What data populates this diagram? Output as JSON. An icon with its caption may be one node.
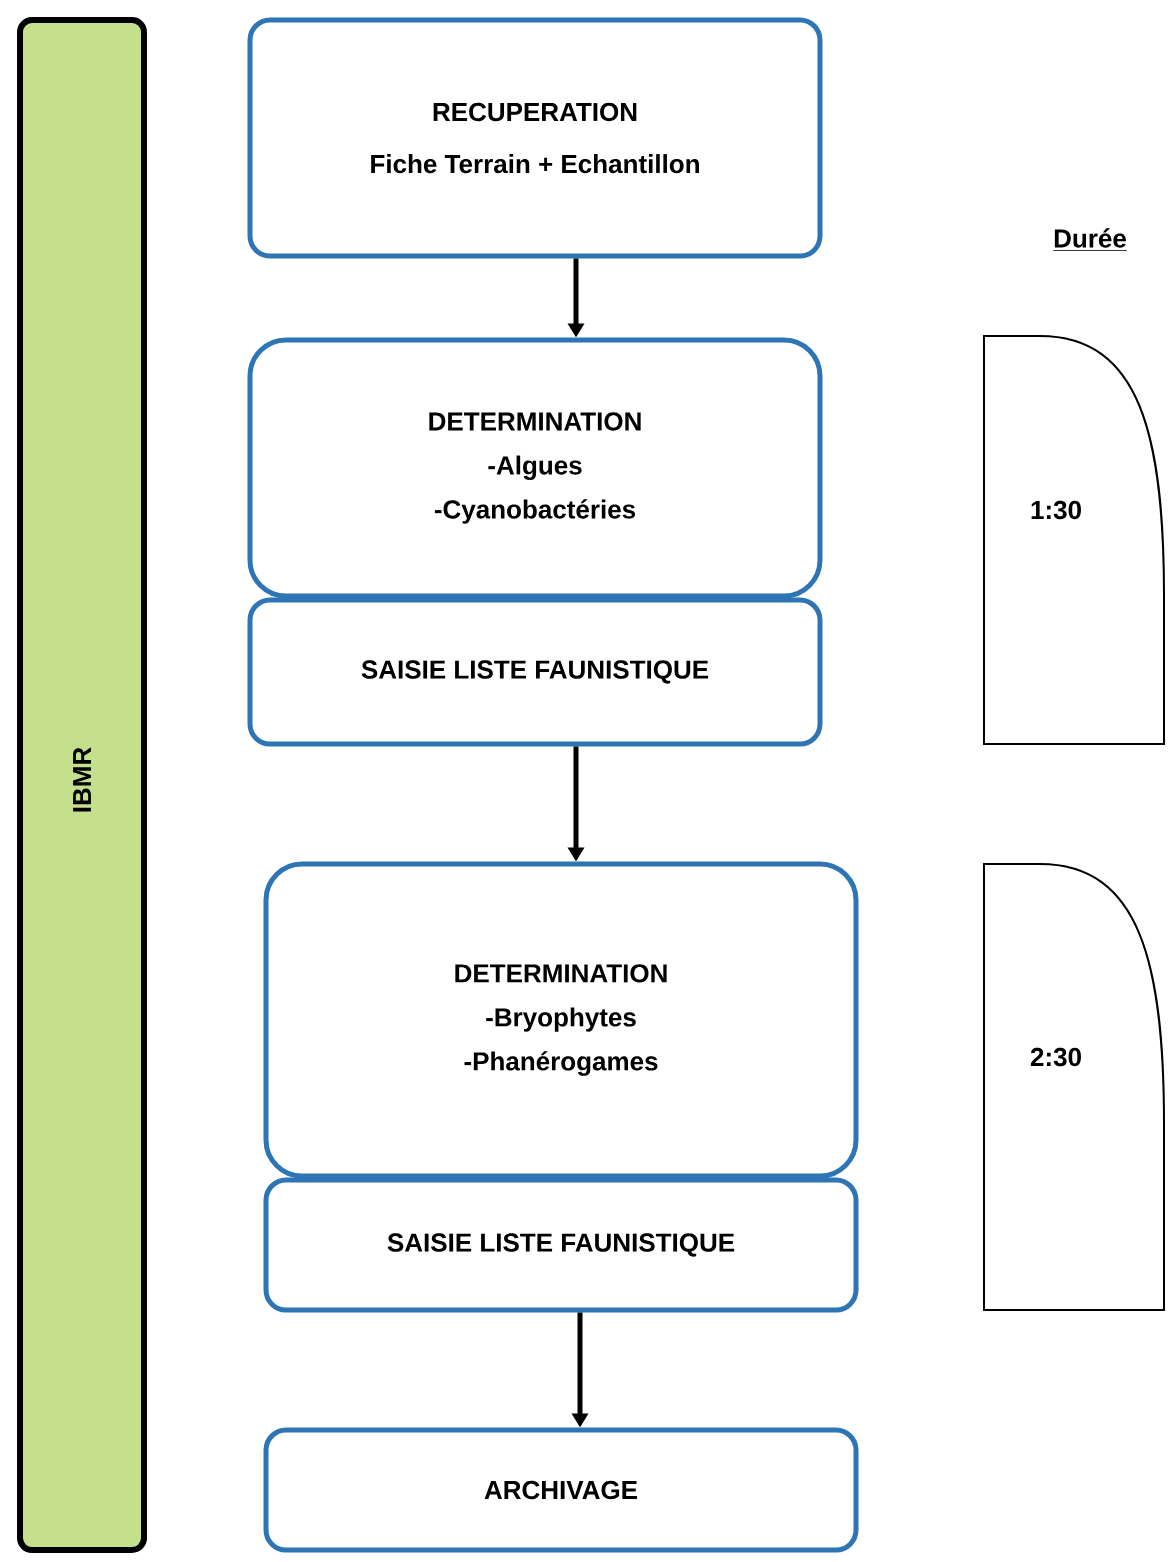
{
  "diagram": {
    "nodes": [
      {
        "text": [
          "IBMR"
        ]
      },
      {
        "text": [
          "RECUPERATION",
          "Fiche Terrain + Echantillon"
        ]
      },
      {
        "text": [
          "DETERMINATION",
          "-Algues",
          "-Cyanobactéries"
        ]
      },
      {
        "text": [
          "SAISIE LISTE FAUNISTIQUE"
        ]
      },
      {
        "text": [
          "DETERMINATION",
          "-Bryophytes",
          "-Phanérogames"
        ]
      },
      {
        "text": [
          "SAISIE LISTE FAUNISTIQUE"
        ]
      },
      {
        "text": [
          "ARCHIVAGE"
        ]
      },
      {
        "text": [
          "1:30"
        ]
      },
      {
        "text": [
          "2:30"
        ]
      }
    ],
    "edges": [
      {
        "from": 1,
        "to": 2,
        "arrow": "to"
      },
      {
        "from": 3,
        "to": 4,
        "arrow": "to"
      },
      {
        "from": 5,
        "to": 6,
        "arrow": "to"
      }
    ],
    "labels": [
      "Durée"
    ]
  }
}
